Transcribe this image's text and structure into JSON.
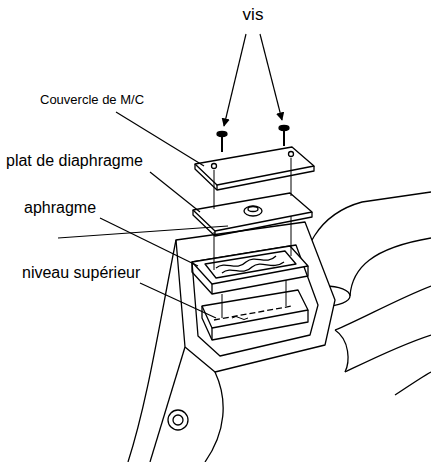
{
  "diagram": {
    "labels": [
      "vis",
      "Couvercle de M/C",
      "plat de diaphragme",
      "aphragme",
      "niveau supérieur"
    ]
  }
}
